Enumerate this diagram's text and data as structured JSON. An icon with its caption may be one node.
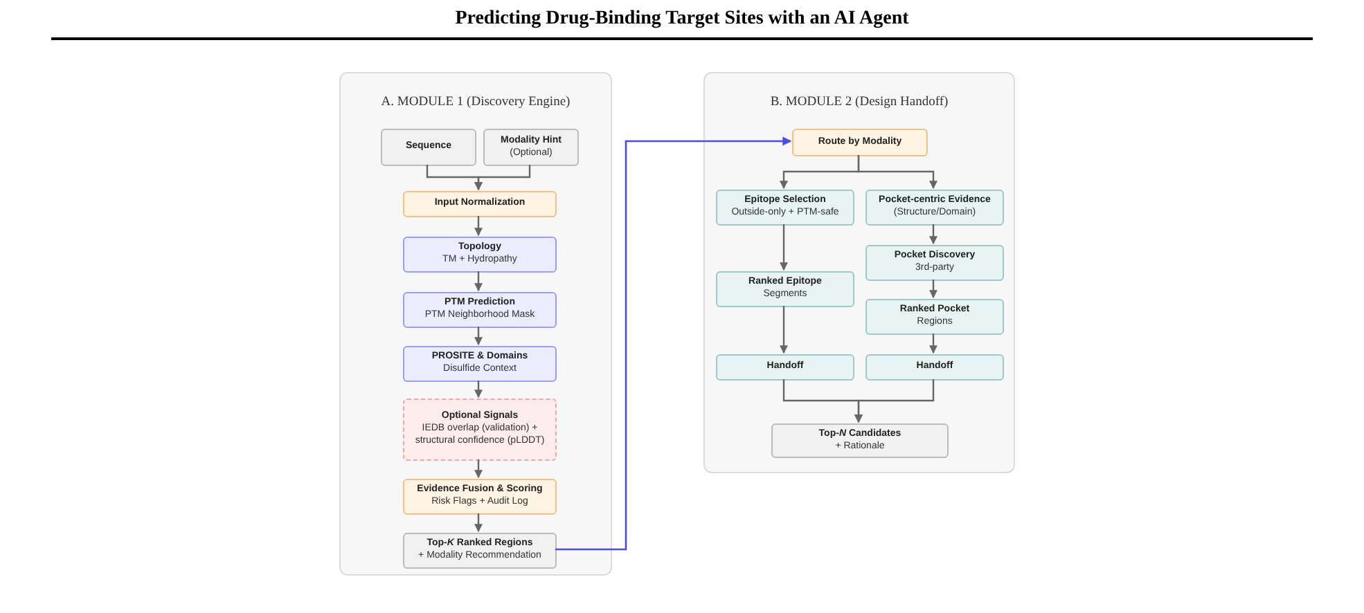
{
  "diagram": {
    "title": "Predicting Drug-Binding Target Sites with an AI Agent",
    "nodes": [
      {
        "text": [
          "A. MODULE 1 (Discovery Engine)"
        ]
      },
      {
        "text": [
          "Sequence"
        ],
        "in": 0
      },
      {
        "text": [
          "Modality Hint",
          "(Optional)"
        ],
        "in": 0
      },
      {
        "text": [
          "Input Normalization"
        ],
        "in": 0
      },
      {
        "text": [
          "Topology",
          "TM + Hydropathy"
        ],
        "in": 0
      },
      {
        "text": [
          "PTM Prediction",
          "PTM Neighborhood Mask"
        ],
        "in": 0
      },
      {
        "text": [
          "PROSITE & Domains",
          "Disulfide Context"
        ],
        "in": 0
      },
      {
        "text": [
          "Optional Signals",
          "IEDB overlap (validation) + structural confidence (pLDDT)"
        ],
        "in": 0
      },
      {
        "text": [
          "Evidence Fusion & Scoring",
          "Risk Flags + Audit Log"
        ],
        "in": 0
      },
      {
        "text": [
          "Top-*K* Ranked Regions",
          "+ Modality Recommendation"
        ],
        "in": 0
      },
      {
        "text": [
          "B. MODULE 2 (Design Handoff)"
        ]
      },
      {
        "text": [
          "Route by Modality"
        ],
        "in": 10
      },
      {
        "text": [
          "Epitope Selection",
          "Outside-only + PTM-safe"
        ],
        "in": 10
      },
      {
        "text": [
          "Pocket-centric Evidence",
          "(Structure/Domain)"
        ],
        "in": 10
      },
      {
        "text": [
          "Pocket Discovery",
          "3rd-party"
        ],
        "in": 10
      },
      {
        "text": [
          "Ranked Epitope",
          "Segments"
        ],
        "in": 10
      },
      {
        "text": [
          "Ranked Pocket",
          "Regions"
        ],
        "in": 10
      },
      {
        "text": [
          "Handoff"
        ],
        "in": 10
      },
      {
        "text": [
          "Handoff"
        ],
        "in": 10
      },
      {
        "text": [
          "Top-*N* Candidates",
          "+ Rationale"
        ],
        "in": 10
      }
    ],
    "edges": [
      {
        "from": 1,
        "to": 3,
        "arrow": "to"
      },
      {
        "from": 2,
        "to": 3,
        "arrow": "to"
      },
      {
        "from": 3,
        "to": 4,
        "arrow": "to"
      },
      {
        "from": 4,
        "to": 5,
        "arrow": "to"
      },
      {
        "from": 5,
        "to": 6,
        "arrow": "to"
      },
      {
        "from": 6,
        "to": 7,
        "arrow": "to"
      },
      {
        "from": 7,
        "to": 8,
        "arrow": "to"
      },
      {
        "from": 8,
        "to": 9,
        "arrow": "to"
      },
      {
        "from": 9,
        "to": 11,
        "arrow": "to",
        "color": "#4b4be6"
      },
      {
        "from": 11,
        "to": 12,
        "arrow": "to"
      },
      {
        "from": 11,
        "to": 13,
        "arrow": "to"
      },
      {
        "from": 12,
        "to": 15,
        "arrow": "to"
      },
      {
        "from": 13,
        "to": 14,
        "arrow": "to"
      },
      {
        "from": 14,
        "to": 16,
        "arrow": "to"
      },
      {
        "from": 15,
        "to": 17,
        "arrow": "to"
      },
      {
        "from": 16,
        "to": 18,
        "arrow": "to"
      },
      {
        "from": 17,
        "to": 19,
        "arrow": "to"
      },
      {
        "from": 18,
        "to": 19,
        "arrow": "to"
      }
    ]
  }
}
